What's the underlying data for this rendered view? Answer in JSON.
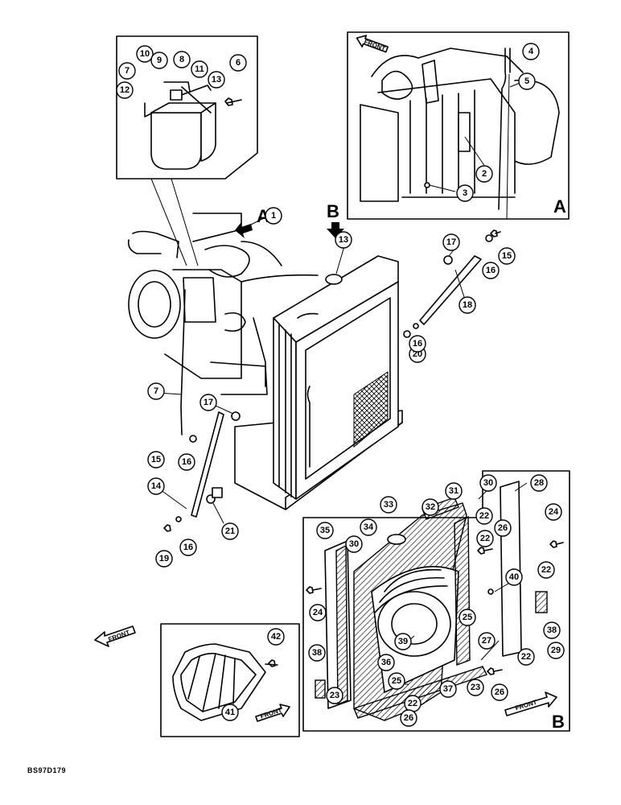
{
  "drawing": {
    "doc_id": "BS97D179",
    "view_labels": {
      "a_arrow": "A",
      "b_arrow": "B",
      "panel_a": "A",
      "panel_b": "B"
    },
    "front_label": "FRONT",
    "callouts_main": [
      "1",
      "13",
      "17",
      "15",
      "16",
      "18",
      "20",
      "16",
      "7",
      "17",
      "15",
      "16",
      "14",
      "21",
      "19",
      "16"
    ],
    "callouts_tank": [
      "10",
      "9",
      "8",
      "11",
      "13",
      "7",
      "12",
      "6"
    ],
    "callouts_panel_a": [
      "4",
      "5",
      "2",
      "3"
    ],
    "callouts_panel_b": [
      "28",
      "30",
      "31",
      "32",
      "33",
      "34",
      "35",
      "22",
      "26",
      "24",
      "22",
      "30",
      "40",
      "22",
      "24",
      "25",
      "39",
      "36",
      "27",
      "22",
      "38",
      "38",
      "29",
      "25",
      "37",
      "23",
      "26",
      "23",
      "22",
      "26"
    ],
    "callouts_fan": [
      "42",
      "41"
    ]
  }
}
